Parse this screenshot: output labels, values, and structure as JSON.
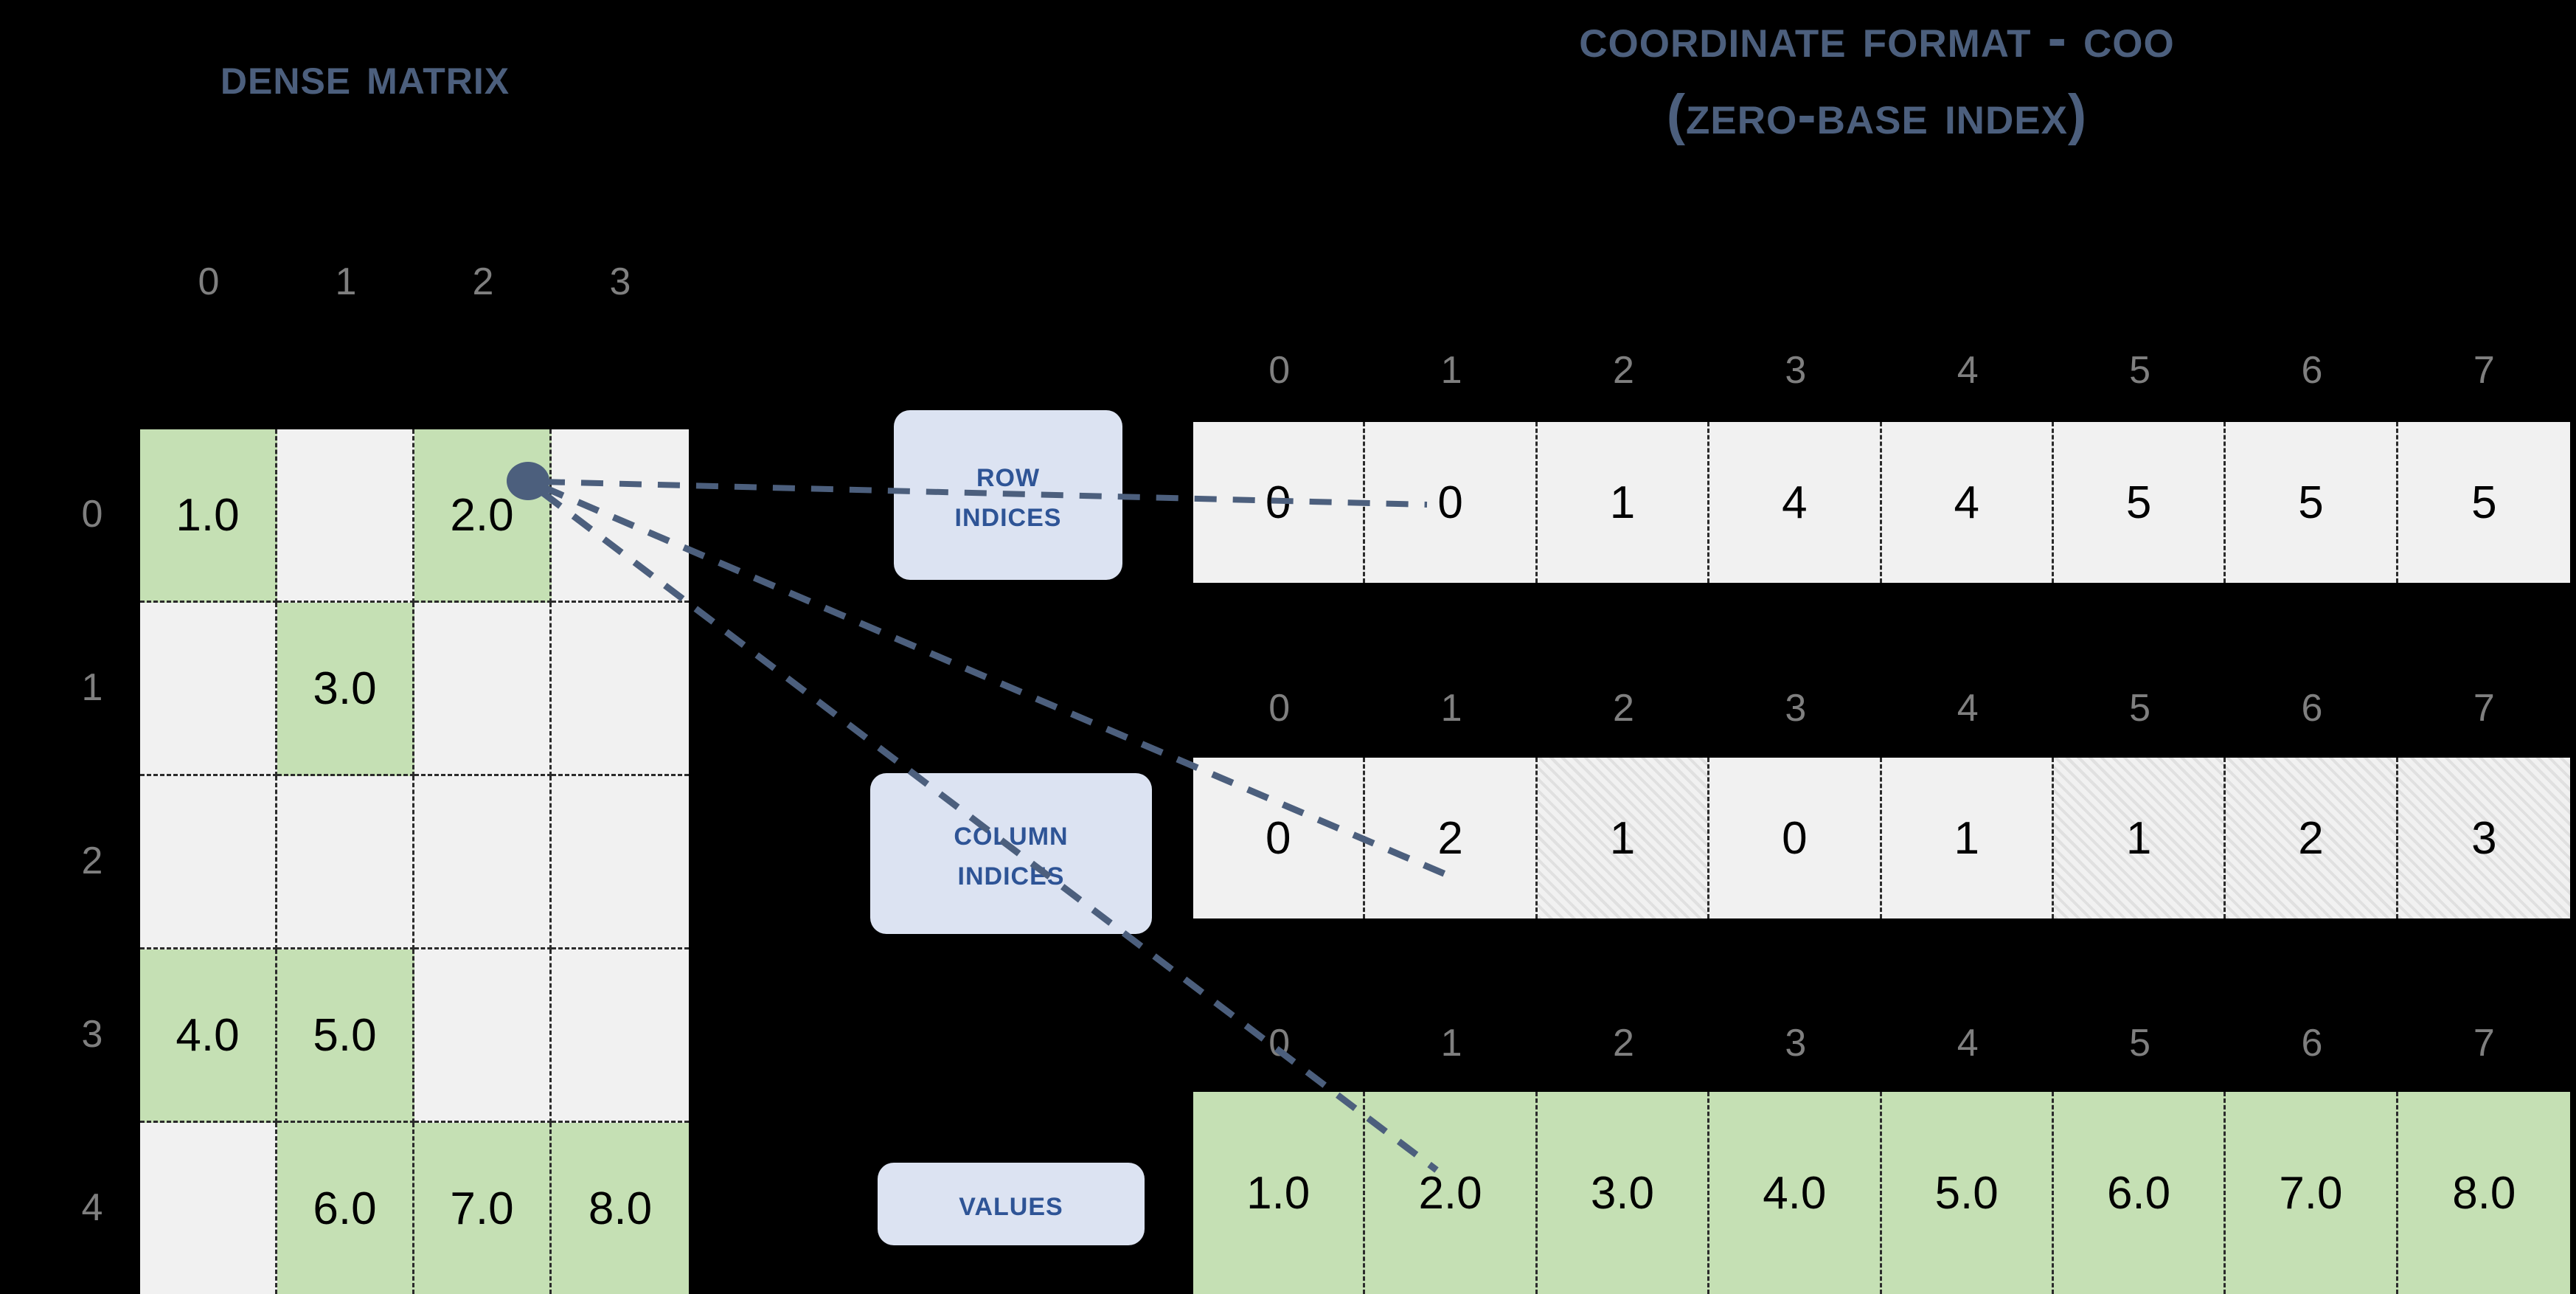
{
  "titles": {
    "dense": "Dense Matrix",
    "coo_line1": "Coordinate Format - COO",
    "coo_line2": "(zero-base index)"
  },
  "dense_matrix": {
    "col_headers": [
      "0",
      "1",
      "2",
      "3"
    ],
    "row_headers": [
      "0",
      "1",
      "2",
      "3",
      "4"
    ],
    "rows": [
      [
        {
          "v": "1.0",
          "filled": true
        },
        {
          "v": "",
          "filled": false
        },
        {
          "v": "2.0",
          "filled": true
        },
        {
          "v": "",
          "filled": false
        }
      ],
      [
        {
          "v": "",
          "filled": false
        },
        {
          "v": "3.0",
          "filled": true
        },
        {
          "v": "",
          "filled": false
        },
        {
          "v": "",
          "filled": false
        }
      ],
      [
        {
          "v": "",
          "filled": false
        },
        {
          "v": "",
          "filled": false
        },
        {
          "v": "",
          "filled": false
        },
        {
          "v": "",
          "filled": false
        }
      ],
      [
        {
          "v": "4.0",
          "filled": true
        },
        {
          "v": "5.0",
          "filled": true
        },
        {
          "v": "",
          "filled": false
        },
        {
          "v": "",
          "filled": false
        }
      ],
      [
        {
          "v": "",
          "filled": false
        },
        {
          "v": "6.0",
          "filled": true
        },
        {
          "v": "7.0",
          "filled": true
        },
        {
          "v": "8.0",
          "filled": true
        }
      ]
    ]
  },
  "arrays": {
    "index_headers": [
      "0",
      "1",
      "2",
      "3",
      "4",
      "5",
      "6",
      "7"
    ],
    "row_indices": {
      "label_line1": "Row",
      "label_line2": "Indices",
      "values": [
        "0",
        "0",
        "1",
        "4",
        "4",
        "5",
        "5",
        "5"
      ],
      "hatched": [
        false,
        false,
        false,
        false,
        false,
        false,
        false,
        false
      ]
    },
    "column_indices": {
      "label_line1": "Column",
      "label_line2": "Indices",
      "values": [
        "0",
        "2",
        "1",
        "0",
        "1",
        "1",
        "2",
        "3"
      ],
      "hatched": [
        false,
        false,
        true,
        false,
        false,
        true,
        true,
        true
      ]
    },
    "values": {
      "label_line1": "Values",
      "label_line2": "",
      "values": [
        "1.0",
        "2.0",
        "3.0",
        "4.0",
        "5.0",
        "6.0",
        "7.0",
        "8.0"
      ],
      "hatched": [
        false,
        false,
        true,
        false,
        false,
        true,
        true,
        true
      ]
    }
  },
  "colors": {
    "background": "#000000",
    "title_blue": "#4c5f7d",
    "cell_green": "#c5e0b4",
    "cell_gray": "#f1f1f1",
    "pill_bg": "#dce3f2",
    "pill_text": "#2e5496",
    "header_gray": "#7f7f7f",
    "connector": "#4c5f7d"
  },
  "connector": {
    "source_label": "highlighted-cell-row0-col2",
    "targets": [
      "row-indices-cell-1",
      "column-indices-cell-1",
      "values-cell-1"
    ]
  }
}
